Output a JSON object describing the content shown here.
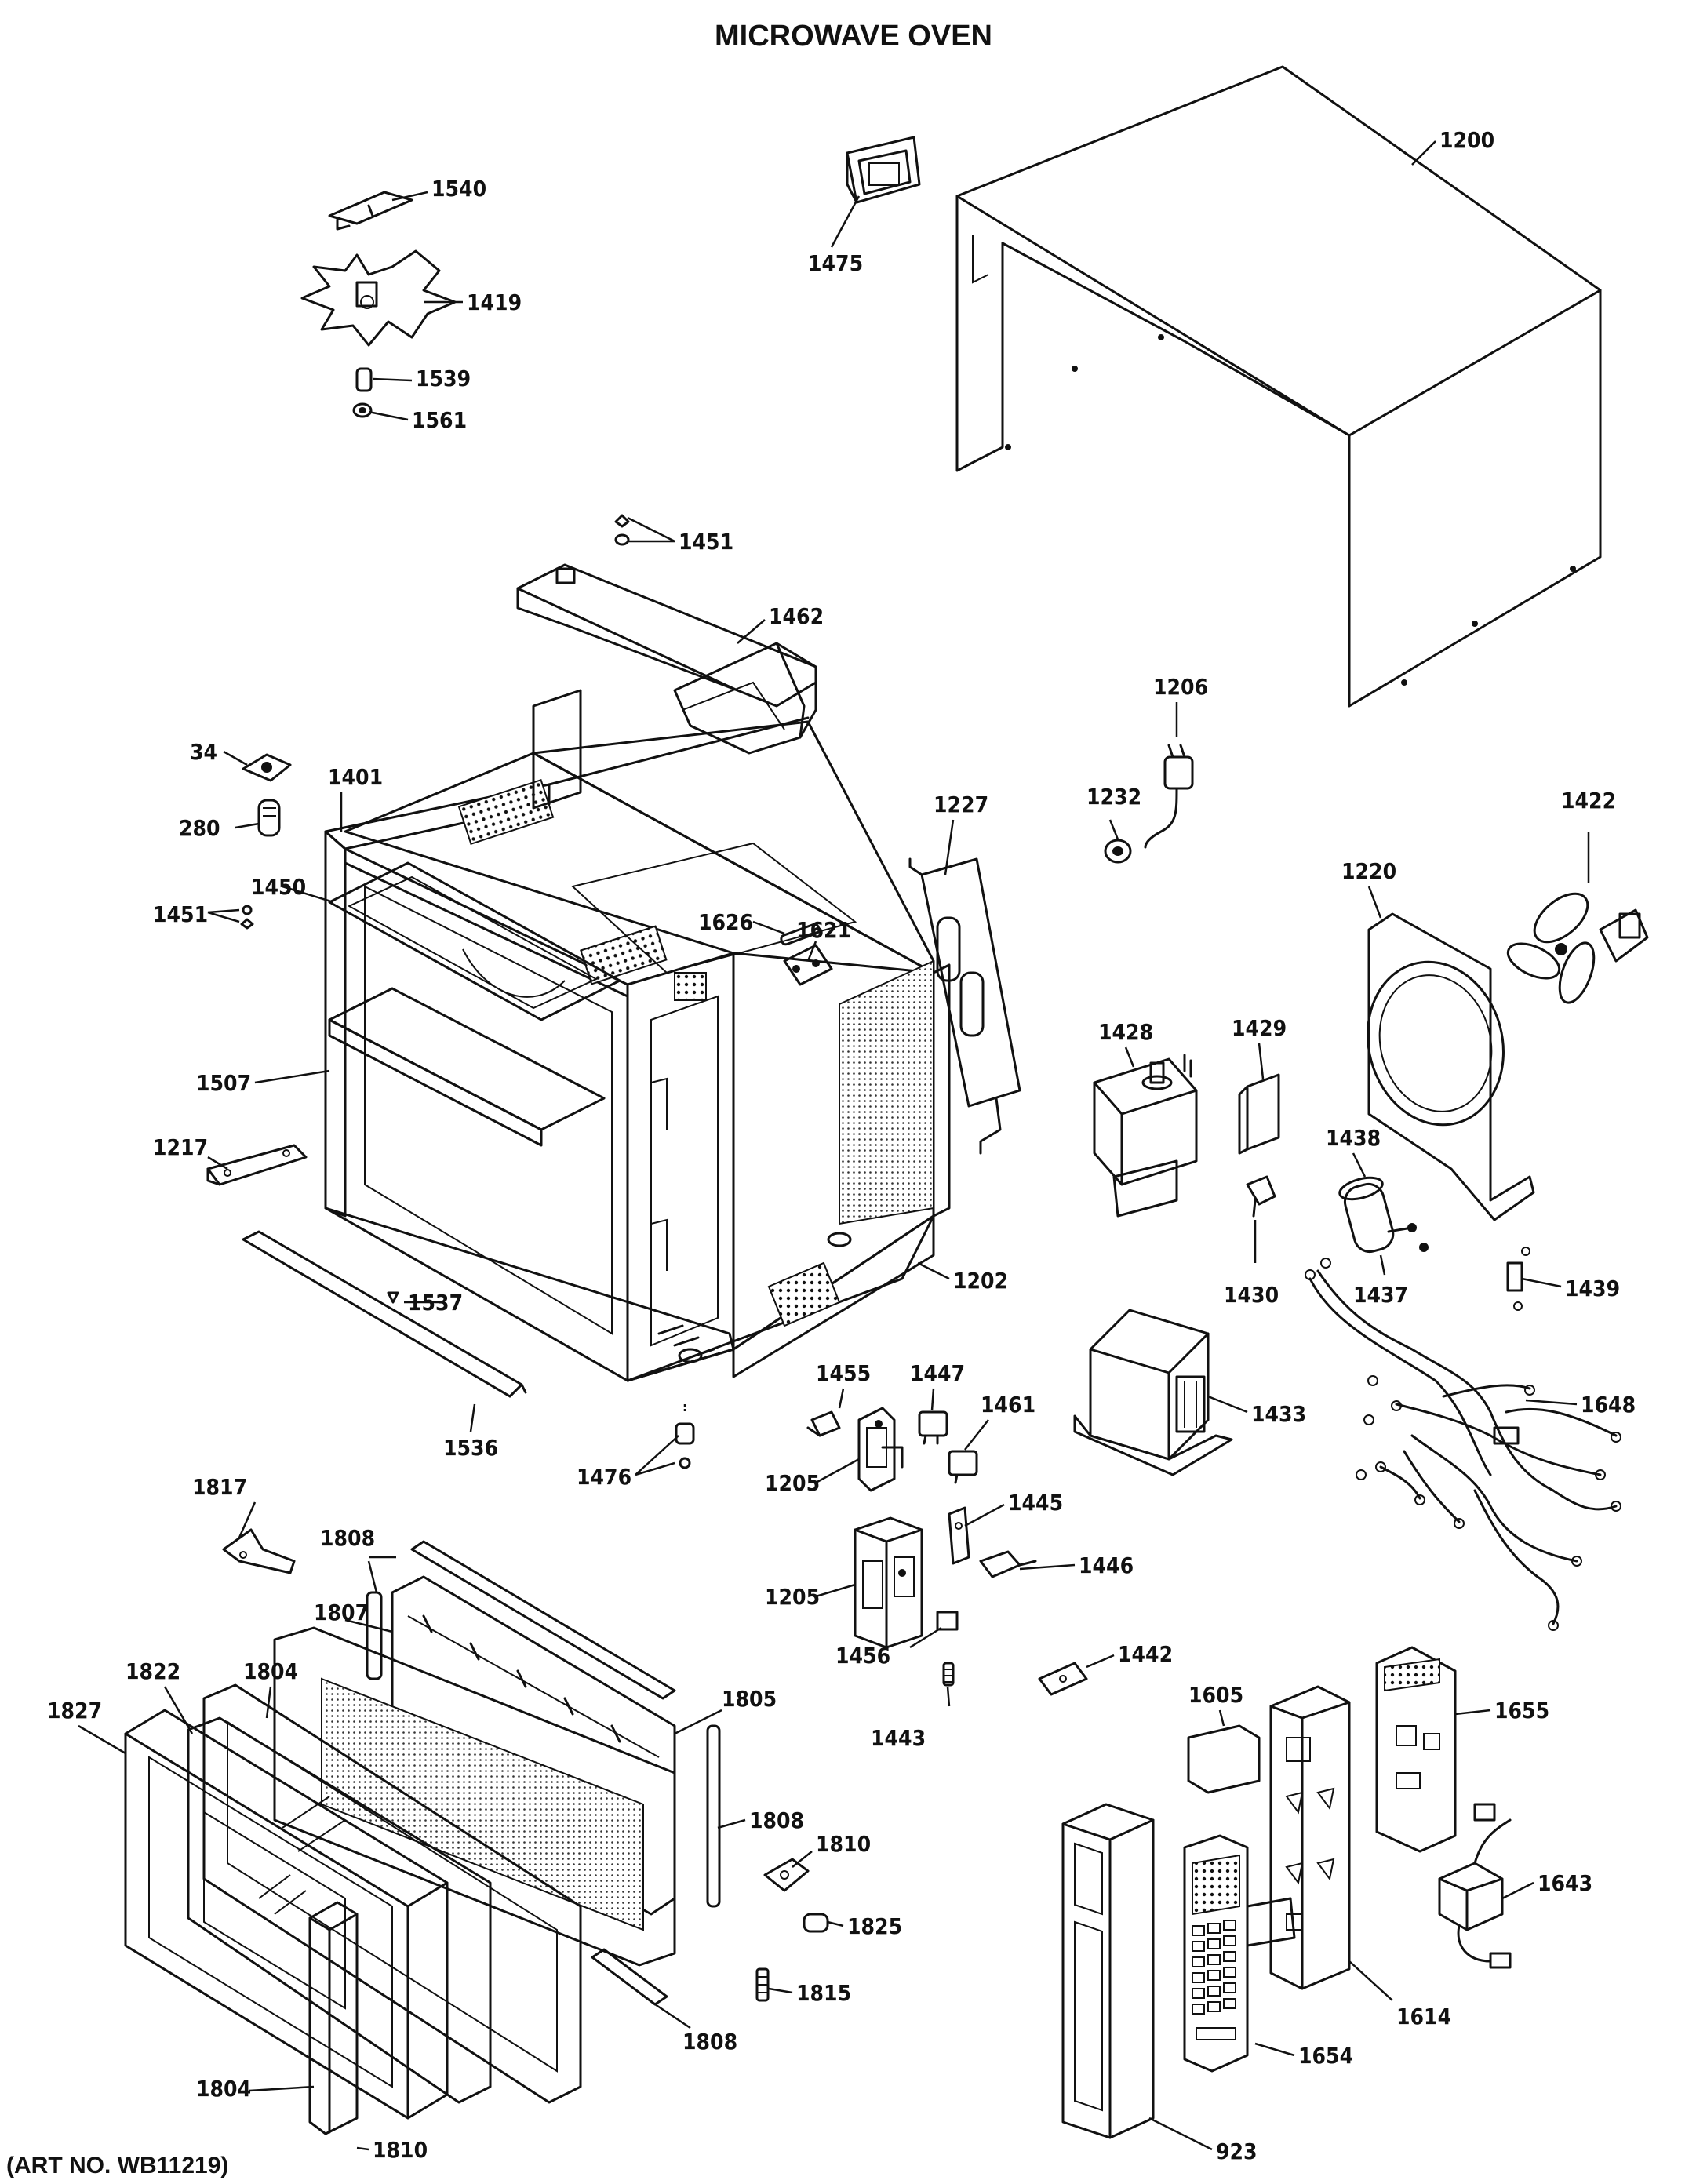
{
  "title": "MICROWAVE OVEN",
  "art_number": "(ART NO. WB11219)",
  "callouts": {
    "c1540": "1540",
    "c1419": "1419",
    "c1539": "1539",
    "c1561": "1561",
    "c1475": "1475",
    "c1200": "1200",
    "c1451a": "1451",
    "c1462": "1462",
    "c1206": "1206",
    "c34": "34",
    "c1401": "1401",
    "c280": "280",
    "c1451b": "1451",
    "c1450": "1450",
    "c1227": "1227",
    "c1232": "1232",
    "c1422": "1422",
    "c1220": "1220",
    "c1626": "1626",
    "c1621": "1621",
    "c1507": "1507",
    "c1428": "1428",
    "c1429": "1429",
    "c1217": "1217",
    "c1438": "1438",
    "c1202": "1202",
    "c1537": "1537",
    "c1430": "1430",
    "c1437": "1437",
    "c1439": "1439",
    "c1536": "1536",
    "c1455": "1455",
    "c1447": "1447",
    "c1461": "1461",
    "c1433": "1433",
    "c1648": "1648",
    "c1476": "1476",
    "c1205a": "1205",
    "c1445": "1445",
    "c1817": "1817",
    "c1446": "1446",
    "c1808a": "1808",
    "c1205b": "1205",
    "c1807": "1807",
    "c1804a": "1804",
    "c1822": "1822",
    "c1827": "1827",
    "c1456": "1456",
    "c1442": "1442",
    "c1805": "1805",
    "c1605": "1605",
    "c1655": "1655",
    "c1443": "1443",
    "c1808b": "1808",
    "c1810a": "1810",
    "c1643": "1643",
    "c1825": "1825",
    "c1815": "1815",
    "c1808c": "1808",
    "c1614": "1614",
    "c1654": "1654",
    "c1804b": "1804",
    "c923": "923",
    "c1810b": "1810"
  }
}
